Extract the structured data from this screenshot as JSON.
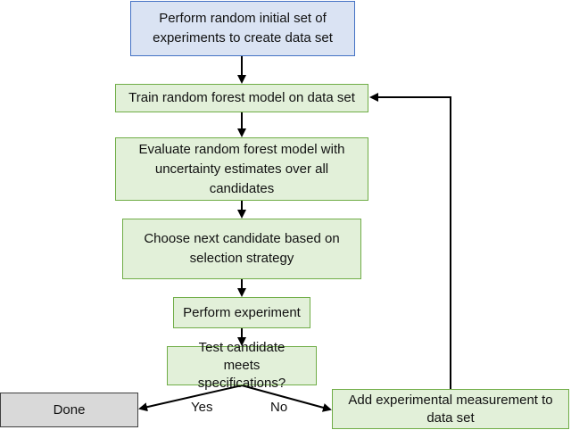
{
  "flowchart": {
    "steps": {
      "initial": "Perform random initial set of experiments to create data set",
      "train": "Train random forest model on data set",
      "evaluate": "Evaluate random forest model with uncertainty estimates over all candidates",
      "choose": "Choose next candidate based on selection strategy",
      "experiment": "Perform experiment",
      "test": "Test candidate meets specifications?",
      "done": "Done",
      "add": "Add experimental measurement to data set"
    },
    "edge_labels": {
      "yes": "Yes",
      "no": "No"
    },
    "colors": {
      "start_fill": "#dae3f3",
      "start_border": "#4472c4",
      "step_fill": "#e2f0d9",
      "step_border": "#70ad47",
      "end_fill": "#d9d9d9",
      "end_border": "#404040",
      "arrow": "#000000"
    }
  }
}
